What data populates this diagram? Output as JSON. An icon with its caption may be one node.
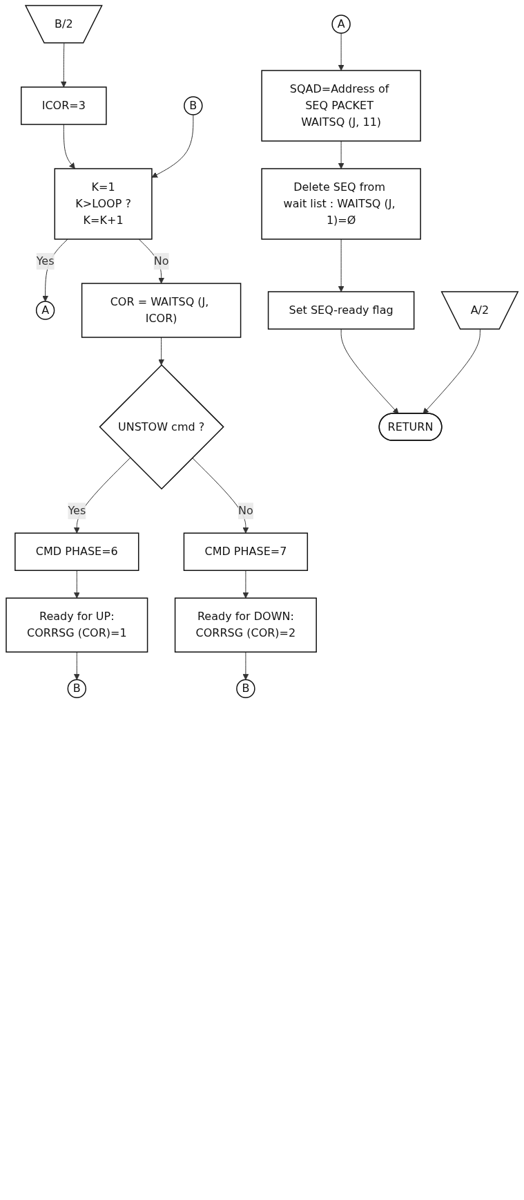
{
  "diagram": {
    "nodes": [
      {
        "text": [
          "B/2"
        ]
      },
      {
        "text": [
          "ICOR=3"
        ]
      },
      {
        "text": [
          "K=1",
          "K>LOOP ?",
          "K=K+1"
        ]
      },
      {
        "text": [
          "A"
        ]
      },
      {
        "text": [
          "B"
        ]
      },
      {
        "text": [
          "COR = WAITSQ (J, ICOR)"
        ]
      },
      {
        "text": [
          "UNSTOW cmd ?"
        ]
      },
      {
        "text": [
          "CMD PHASE=6"
        ]
      },
      {
        "text": [
          "CMD PHASE=7"
        ]
      },
      {
        "text": [
          "Ready for UP:",
          "CORRSG (COR)=1"
        ]
      },
      {
        "text": [
          "Ready for DOWN:",
          "CORRSG (COR)=2"
        ]
      },
      {
        "text": [
          "B"
        ]
      },
      {
        "text": [
          "A"
        ]
      },
      {
        "text": [
          "B"
        ]
      },
      {
        "text": [
          "SQAD=Address of SEQ PACKET WAITSQ (J, 11)"
        ]
      },
      {
        "text": [
          "Delete SEQ from wait list : WAITSQ (J, 1)=Ø"
        ]
      },
      {
        "text": [
          "Set SEQ-ready flag"
        ]
      },
      {
        "text": [
          "A/2"
        ]
      },
      {
        "text": [
          "RETURN"
        ]
      }
    ],
    "edges": [
      {
        "from": 0,
        "to": 1,
        "arrow": "to"
      },
      {
        "from": 1,
        "to": 2,
        "arrow": "to"
      },
      {
        "from": 2,
        "to": 3,
        "arrow": "to",
        "label": "Yes"
      },
      {
        "from": 2,
        "to": 5,
        "arrow": "to",
        "label": "No"
      },
      {
        "from": 4,
        "to": 2,
        "arrow": "to"
      },
      {
        "from": 5,
        "to": 6,
        "arrow": "to"
      },
      {
        "from": 6,
        "to": 7,
        "arrow": "to",
        "label": "Yes"
      },
      {
        "from": 6,
        "to": 8,
        "arrow": "to",
        "label": "No"
      },
      {
        "from": 7,
        "to": 9,
        "arrow": "to"
      },
      {
        "from": 8,
        "to": 10,
        "arrow": "to"
      },
      {
        "from": 9,
        "to": 11,
        "arrow": "to"
      },
      {
        "from": 10,
        "to": 13,
        "arrow": "to"
      },
      {
        "from": 12,
        "to": 14,
        "arrow": "to"
      },
      {
        "from": 14,
        "to": 15,
        "arrow": "to"
      },
      {
        "from": 15,
        "to": 16,
        "arrow": "to"
      },
      {
        "from": 16,
        "to": 18,
        "arrow": "to"
      },
      {
        "from": 17,
        "to": 18,
        "arrow": "to"
      }
    ]
  }
}
